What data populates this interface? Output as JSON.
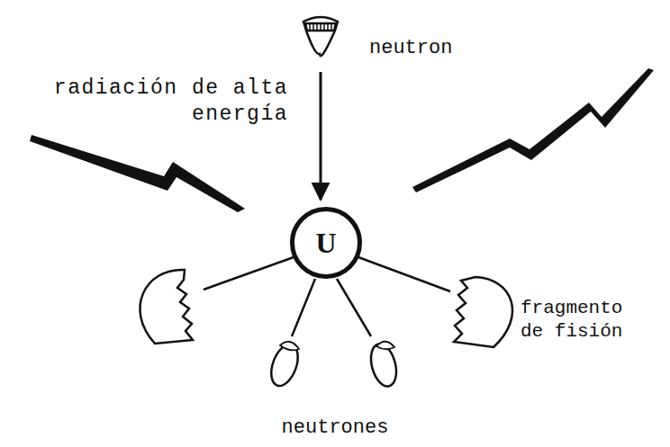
{
  "diagram": {
    "nodes": [
      {
        "text": [
          "U"
        ]
      }
    ],
    "labels": [
      "neutron",
      "radiación de alta energía",
      "fragmento de fisión",
      "neutrones"
    ]
  }
}
